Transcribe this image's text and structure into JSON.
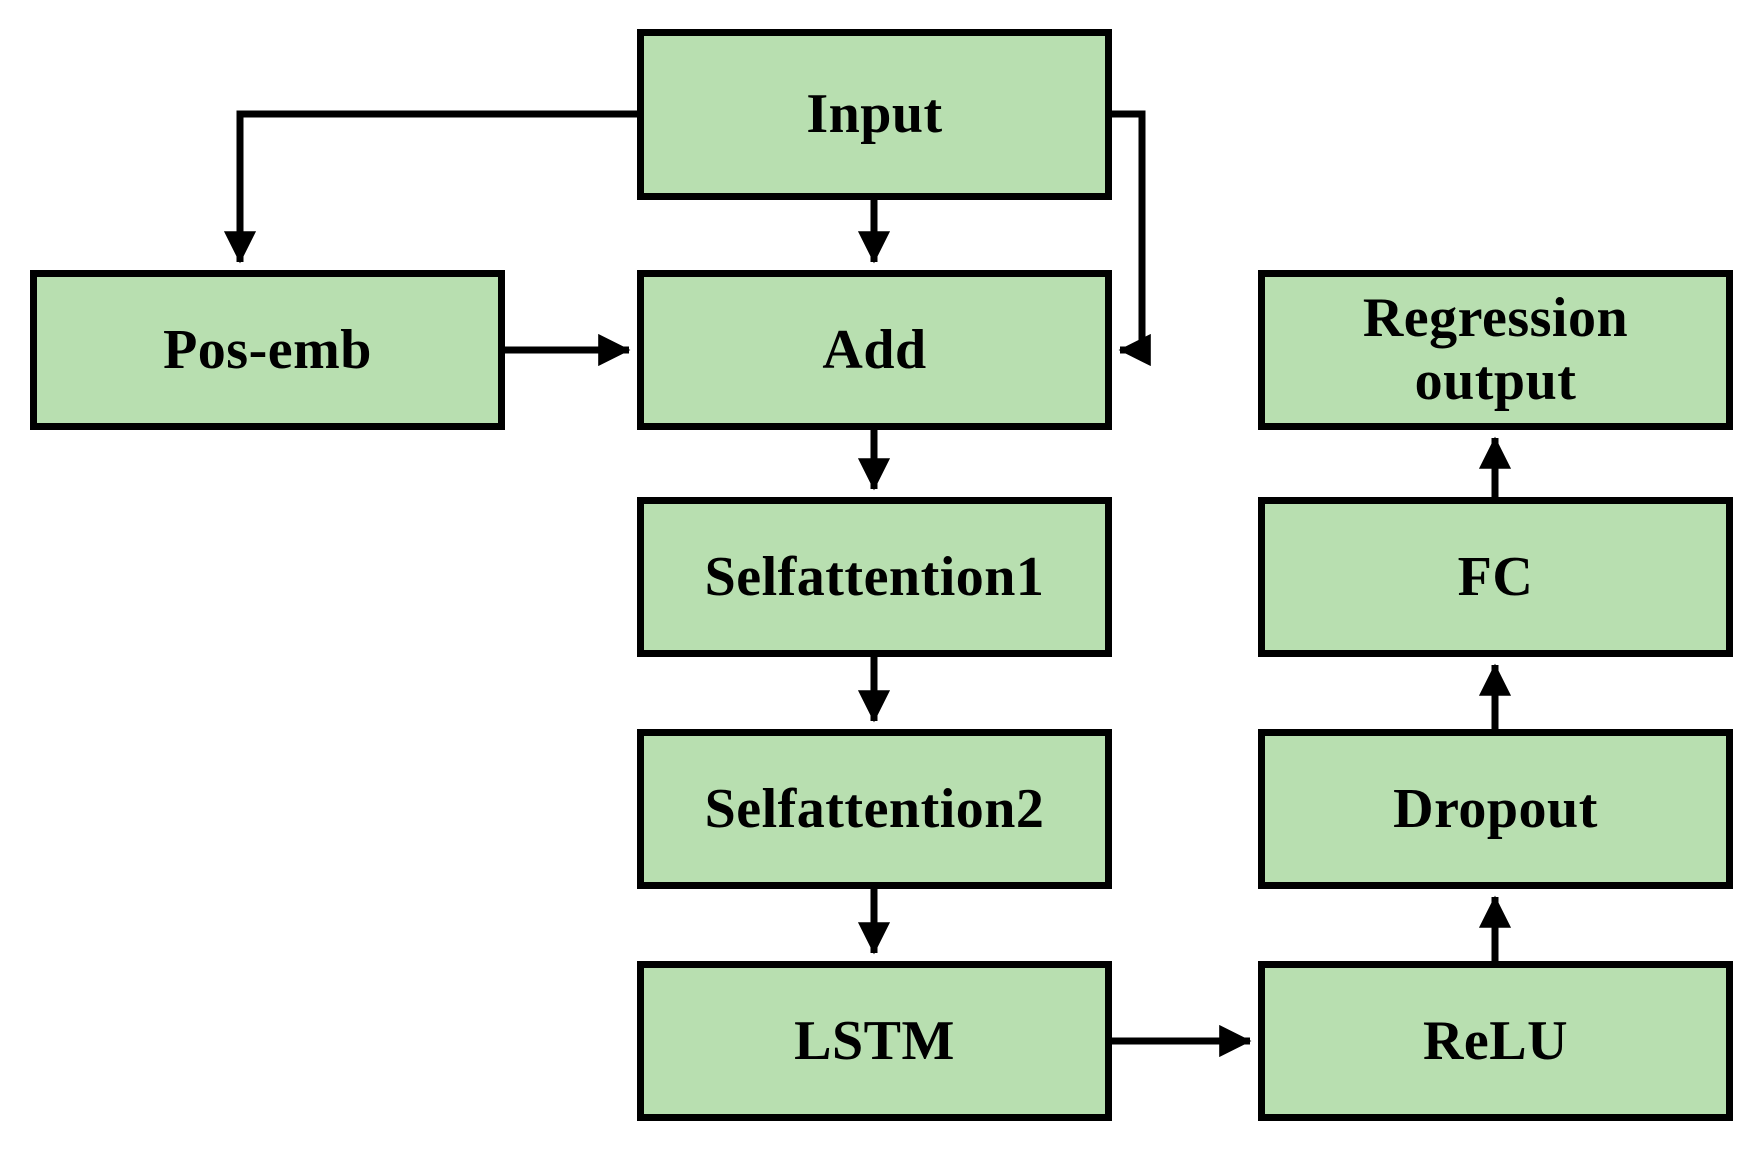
{
  "diagram": {
    "type": "flowchart",
    "description": "Neural network architecture block diagram",
    "nodes": {
      "input": {
        "label": "Input"
      },
      "pos_emb": {
        "label": "Pos-emb"
      },
      "add": {
        "label": "Add"
      },
      "selfattention1": {
        "label": "Selfattention1"
      },
      "selfattention2": {
        "label": "Selfattention2"
      },
      "lstm": {
        "label": "LSTM"
      },
      "relu": {
        "label": "ReLU"
      },
      "dropout": {
        "label": "Dropout"
      },
      "fc": {
        "label": "FC"
      },
      "regression": {
        "label": "Regression output"
      }
    },
    "edges": [
      {
        "from": "Input",
        "to": "Pos-emb"
      },
      {
        "from": "Input",
        "to": "Add",
        "via": "direct"
      },
      {
        "from": "Input",
        "to": "Add",
        "via": "right-side skip"
      },
      {
        "from": "Pos-emb",
        "to": "Add"
      },
      {
        "from": "Add",
        "to": "Selfattention1"
      },
      {
        "from": "Selfattention1",
        "to": "Selfattention2"
      },
      {
        "from": "Selfattention2",
        "to": "LSTM"
      },
      {
        "from": "LSTM",
        "to": "ReLU"
      },
      {
        "from": "ReLU",
        "to": "Dropout"
      },
      {
        "from": "Dropout",
        "to": "FC"
      },
      {
        "from": "FC",
        "to": "Regression output"
      }
    ],
    "colors": {
      "node_fill": "#b8dfb0",
      "node_border": "#000000",
      "arrow": "#000000",
      "background": "#ffffff",
      "text": "#000000"
    }
  }
}
